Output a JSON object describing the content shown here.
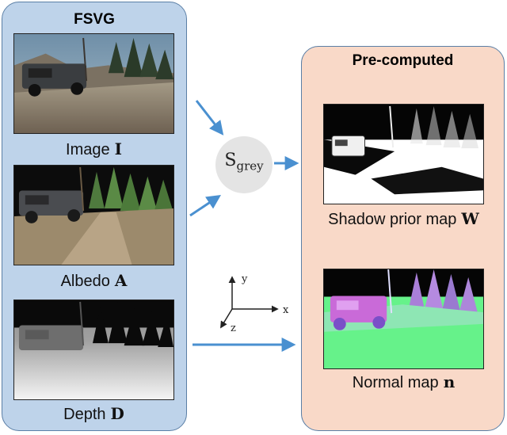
{
  "left_panel": {
    "title": "FSVG"
  },
  "right_panel": {
    "title": "Pre-computed"
  },
  "inputs": [
    {
      "label": "Image",
      "symbol": "I"
    },
    {
      "label": "Albedo",
      "symbol": "A"
    },
    {
      "label": "Depth",
      "symbol": "D"
    }
  ],
  "outputs": [
    {
      "label": "Shadow prior map",
      "symbol": "W"
    },
    {
      "label": "Normal map",
      "symbol": "n"
    }
  ],
  "operator": {
    "base": "S",
    "subscript": "grey"
  },
  "axes": {
    "y": "y",
    "x": "x",
    "z": "z"
  },
  "colors": {
    "left_panel_bg": "#bed3ea",
    "right_panel_bg": "#f9d9c8",
    "arrow": "#4a90d0"
  }
}
